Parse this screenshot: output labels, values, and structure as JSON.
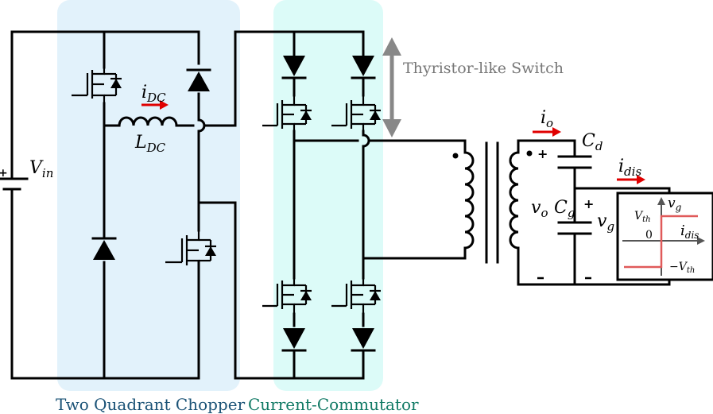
{
  "regions": {
    "chopper_label": "Two Quadrant Chopper",
    "commutator_label": "Current-Commutator",
    "chopper_color": "#e2f2fb",
    "commutator_color": "#dcfbf8"
  },
  "annotations": {
    "thyristor_label": "Thyristor-like Switch"
  },
  "symbols": {
    "vin_v": "V",
    "vin_sub": "in",
    "idc_i": "i",
    "idc_sub": "DC",
    "ldc_l": "L",
    "ldc_sub": "DC",
    "io_i": "i",
    "io_sub": "o",
    "cd_c": "C",
    "cd_sub": "d",
    "idis_i": "i",
    "idis_sub": "dis",
    "vo_v": "v",
    "vo_sub": "o",
    "cg_c": "C",
    "cg_sub": "g",
    "vg_v": "v",
    "vg_sub": "g"
  },
  "inset": {
    "y_axis_v": "v",
    "y_axis_sub": "g",
    "x_axis_i": "i",
    "x_axis_sub": "dis",
    "vth_v": "V",
    "vth_sub": "th",
    "neg_vth_prefix": "−V",
    "neg_vth_sub": "th",
    "origin": "0"
  },
  "colors": {
    "arrow_red": "#e00000",
    "curve_red": "#e05a5a",
    "arrow_gray": "#888888"
  }
}
